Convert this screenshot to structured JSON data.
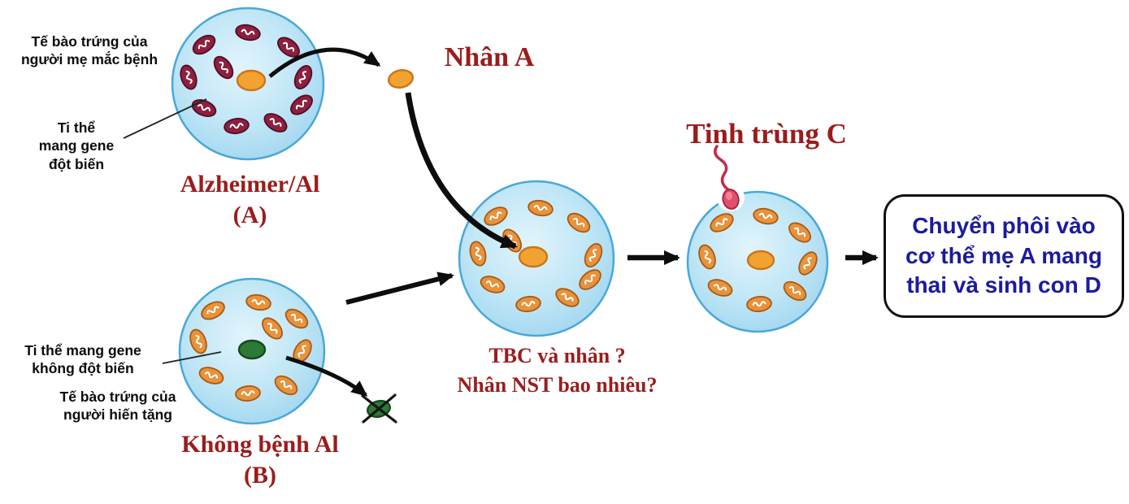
{
  "diagram": {
    "cell_a": {
      "label_top": "Tế bào trứng của\nngười mẹ mắc bệnh",
      "label_mito": "Ti thể\nmang gene\nđột biến",
      "caption": "Alzheimer/Al\n(A)"
    },
    "nucleus_a_label": "Nhân A",
    "cell_b": {
      "label_mito": "Ti thể mang gene\nkhông đột biến",
      "label_egg": "Tế bào trứng của\nngười hiến tặng",
      "caption": "Không bệnh Al\n(B)"
    },
    "merged_cell": {
      "caption": "TBC và nhân ?\nNhân NST bao nhiêu?"
    },
    "sperm_label": "Tinh trùng C",
    "result_box": "Chuyển phôi vào\ncơ thể mẹ A mang\nthai và sinh con D",
    "colors": {
      "cell_stroke": "#49a8d8",
      "mito_mutant": "#8e1f3f",
      "mito_normal": "#e8923a",
      "nucleus_orange": "#f2a230",
      "nucleus_green": "#2c7a35",
      "dark_red_text": "#9b1c1c",
      "dark_blue_text": "#1b1b9e"
    }
  }
}
